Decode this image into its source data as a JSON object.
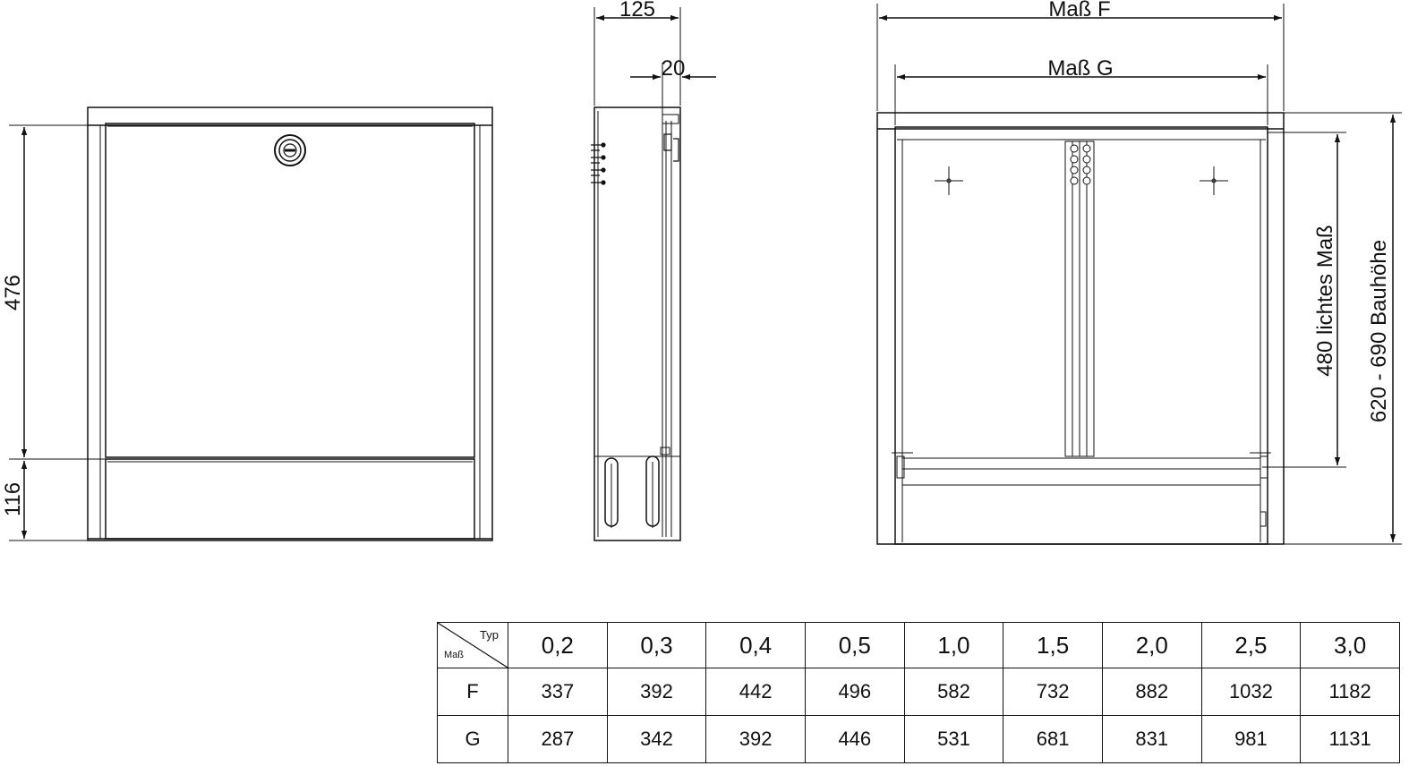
{
  "front_view": {
    "dim_upper": "476",
    "dim_lower": "116"
  },
  "side_view": {
    "dim_depth": "125",
    "dim_offset": "20"
  },
  "open_view": {
    "dim_outer_width": "Maß F",
    "dim_inner_width": "Maß G",
    "dim_clear_height": "480 lichtes Maß",
    "dim_build_height": "620 - 690 Bauhöhe"
  },
  "table": {
    "corner_top": "Typ",
    "corner_bottom": "Maß",
    "types": [
      "0,2",
      "0,3",
      "0,4",
      "0,5",
      "1,0",
      "1,5",
      "2,0",
      "2,5",
      "3,0"
    ],
    "rows": [
      {
        "label": "F",
        "values": [
          "337",
          "392",
          "442",
          "496",
          "582",
          "732",
          "882",
          "1032",
          "1182"
        ]
      },
      {
        "label": "G",
        "values": [
          "287",
          "342",
          "392",
          "446",
          "531",
          "681",
          "831",
          "981",
          "1131"
        ]
      }
    ]
  }
}
